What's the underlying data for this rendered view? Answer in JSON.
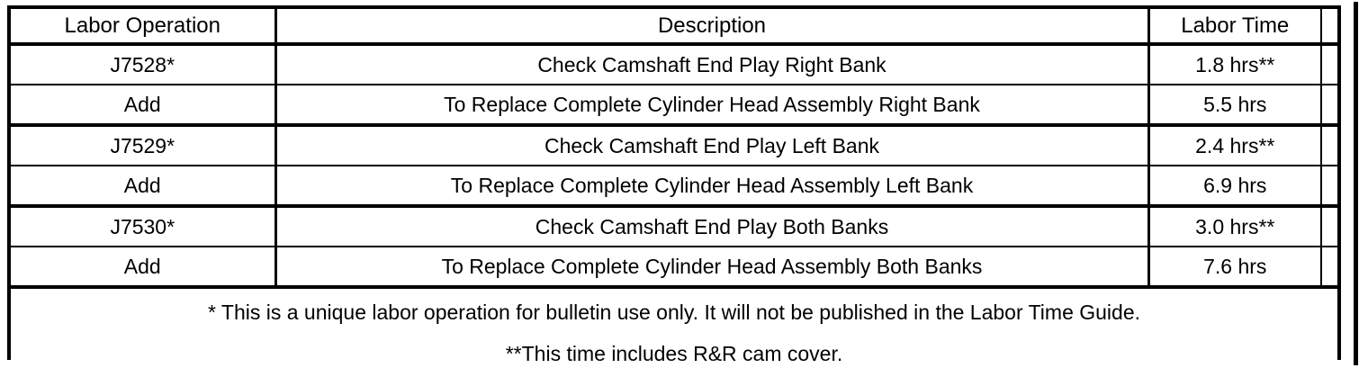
{
  "document": {
    "kind": "labor-operation-table",
    "ink_color": "#000000",
    "paper_color": "#ffffff"
  },
  "table": {
    "columns": [
      {
        "key": "labor_operation",
        "header": "Labor Operation"
      },
      {
        "key": "description",
        "header": "Description"
      },
      {
        "key": "labor_time",
        "header": "Labor Time"
      },
      {
        "key": "spacer",
        "header": ""
      }
    ],
    "rows": [
      {
        "labor_operation": "J7528*",
        "description": "Check Camshaft End Play Right Bank",
        "labor_time": "1.8 hrs**",
        "spacer": ""
      },
      {
        "labor_operation": "Add",
        "description": "To Replace Complete Cylinder Head Assembly Right Bank",
        "labor_time": "5.5 hrs",
        "spacer": ""
      },
      {
        "labor_operation": "J7529*",
        "description": "Check Camshaft End Play Left Bank",
        "labor_time": "2.4 hrs**",
        "spacer": ""
      },
      {
        "labor_operation": "Add",
        "description": "To Replace Complete Cylinder Head Assembly Left Bank",
        "labor_time": "6.9 hrs",
        "spacer": ""
      },
      {
        "labor_operation": "J7530*",
        "description": "Check Camshaft End Play Both Banks",
        "labor_time": "3.0 hrs**",
        "spacer": ""
      },
      {
        "labor_operation": "Add",
        "description": "To Replace Complete Cylinder Head Assembly Both Banks",
        "labor_time": "7.6 hrs",
        "spacer": ""
      }
    ]
  },
  "footnotes": {
    "line1": "* This is a unique labor operation for bulletin use only. It will not be published in the Labor Time Guide.",
    "line2": "",
    "line3": "**This time includes R&R cam cover."
  }
}
